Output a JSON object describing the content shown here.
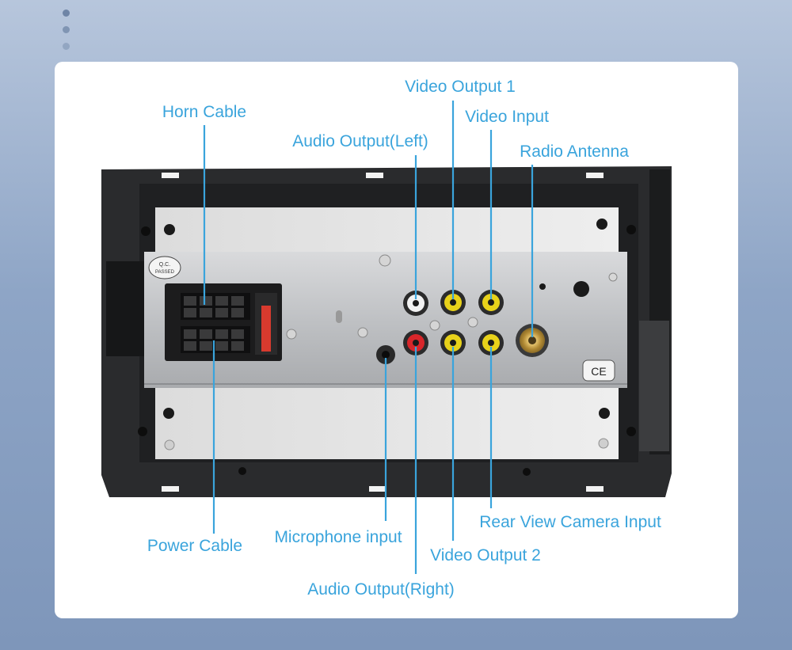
{
  "labels": {
    "video_output_1": "Video Output 1",
    "horn_cable": "Horn Cable",
    "video_input": "Video Input",
    "audio_output_left": "Audio Output(Left)",
    "radio_antenna": "Radio Antenna",
    "rear_view_camera_input": "Rear View Camera Input",
    "power_cable": "Power Cable",
    "microphone_input": "Microphone input",
    "video_output_2": "Video Output 2",
    "audio_output_right": "Audio Output(Right)"
  },
  "stickers": {
    "qc_line1": "Q.C.",
    "qc_line2": "PASSED",
    "ce_mark": "CE"
  },
  "colors": {
    "label": "#3aa4dc",
    "jack_yellow": "#e8d21a",
    "jack_red": "#d8262a",
    "jack_white": "#f2f2f2",
    "antenna_gold": "#c9a247"
  }
}
